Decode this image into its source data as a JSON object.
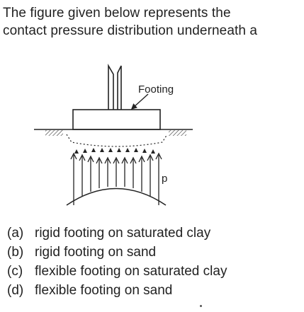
{
  "question": {
    "line1": "The figure given below represents the",
    "line2": "contact pressure distribution underneath a"
  },
  "figure": {
    "footing_label": "Footing",
    "pressure_label": "p"
  },
  "options": [
    {
      "key": "(a)",
      "text": "rigid footing on saturated clay"
    },
    {
      "key": "(b)",
      "text": "rigid footing on sand"
    },
    {
      "key": "(c)",
      "text": "flexible footing on saturated clay"
    },
    {
      "key": "(d)",
      "text": "flexible footing on sand"
    }
  ]
}
